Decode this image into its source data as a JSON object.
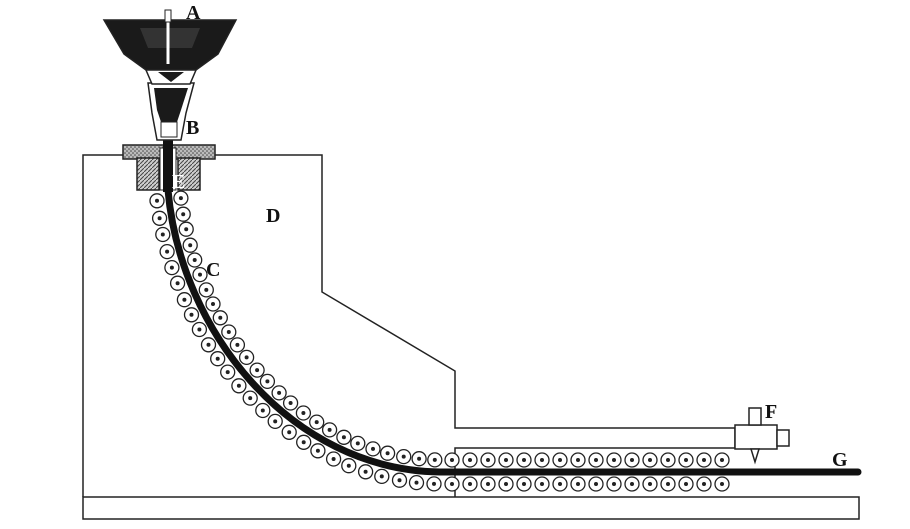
{
  "diagram": {
    "labels": {
      "A": "A",
      "B": "B",
      "C": "C",
      "D": "D",
      "E": "E",
      "F": "F",
      "G": "G"
    },
    "colors": {
      "line": "#222222",
      "fill_dark": "#1a1a1a",
      "background": "#ffffff",
      "hatch": "#555555"
    },
    "components": [
      {
        "id": "A",
        "description_icon": "funnel-icon"
      },
      {
        "id": "B",
        "description_icon": "nozzle-icon"
      },
      {
        "id": "C",
        "description_icon": "roller-icon"
      },
      {
        "id": "D",
        "description_icon": "frame-icon"
      },
      {
        "id": "E",
        "description_icon": "mold-icon"
      },
      {
        "id": "F",
        "description_icon": "cutter-icon"
      },
      {
        "id": "G",
        "description_icon": "strand-icon"
      }
    ]
  }
}
